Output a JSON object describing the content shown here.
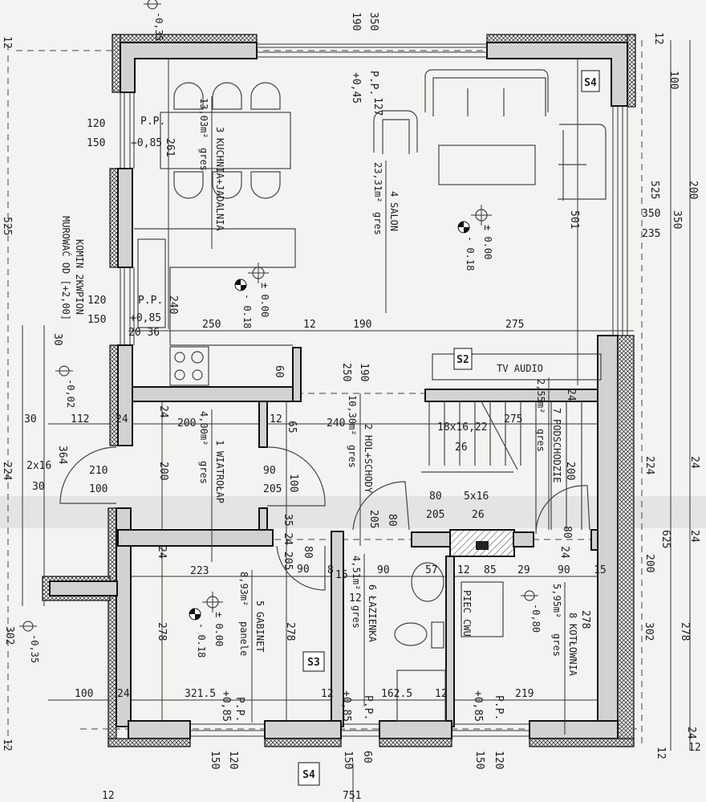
{
  "rooms": [
    {
      "number": "1",
      "name": "WIATROŁAP",
      "area": "4,00m²",
      "floor": "gres"
    },
    {
      "number": "2",
      "name": "HOL+SCHODY",
      "area": "10,30m²",
      "floor": "gres"
    },
    {
      "number": "3",
      "name": "KUCHNIA+JADALNIA",
      "area": "13,03m²",
      "floor": "gres"
    },
    {
      "number": "4",
      "name": "SALON",
      "area": "23,31m²",
      "floor": "gres"
    },
    {
      "number": "5",
      "name": "GABINET",
      "area": "8,93m²",
      "floor": "panele"
    },
    {
      "number": "6",
      "name": "ŁAZIENKA",
      "area": "4,51m²",
      "floor": "gres"
    },
    {
      "number": "7",
      "name": "PODSCHODZIE",
      "area": "2,55m²",
      "floor": "gres"
    },
    {
      "number": "8",
      "name": "KOTŁOWNIA",
      "area": "5,95m²",
      "floor": "gres"
    }
  ],
  "notes": {
    "chimney_line1": "KOMIN 2KWPION",
    "chimney_line2": "MUROWAĆ OD [+2,00]",
    "tv": "TV AUDIO",
    "boiler": "PIEC CWU"
  },
  "section_marks": [
    "S4",
    "S2",
    "S3",
    "S4"
  ],
  "elevations": {
    "zero": "± 0.00",
    "floor": "- 0.18",
    "outside_left": "-0,35",
    "outside_top": "-0,35",
    "entrance": "-0,02",
    "boiler_room": "-0,80"
  },
  "dimensions": [
    "12",
    "525",
    "12",
    "190",
    "350",
    "P.P.",
    "+0,45",
    "127",
    "120",
    "150",
    "P.P.",
    "+0,85",
    "261",
    "120",
    "150",
    "P.P.",
    "+0,85",
    "240",
    "20 36",
    "250",
    "12",
    "190",
    "275",
    "100",
    "525",
    "350",
    "235",
    "350",
    "501",
    "12",
    "60",
    "30",
    "30",
    "112",
    "24",
    "24",
    "200",
    "12",
    "240",
    "65",
    "250",
    "190",
    "18x16,22",
    "26",
    "275",
    "24",
    "364",
    "224",
    "2x16",
    "30",
    "210",
    "100",
    "200",
    "90",
    "205",
    "100",
    "35 24 205",
    "80",
    "90",
    "80",
    "205",
    "5x16",
    "26",
    "80",
    "205",
    "200",
    "80",
    "24",
    "224",
    "24",
    "625",
    "24",
    "223",
    "24",
    "8",
    "15",
    "90",
    "57",
    "12",
    "85",
    "29",
    "90",
    "15",
    "12",
    "278",
    "278",
    "278",
    "302",
    "278",
    "302",
    "100",
    "24",
    "321.5",
    "+0,85",
    "P.P.",
    "12",
    "+0,85",
    "P.P.",
    "162.5",
    "12",
    "+0,85",
    "P.P.",
    "219",
    "120",
    "150",
    "150",
    "60",
    "150",
    "120",
    "751",
    "12",
    "12",
    "24",
    "12",
    "200",
    "200"
  ]
}
